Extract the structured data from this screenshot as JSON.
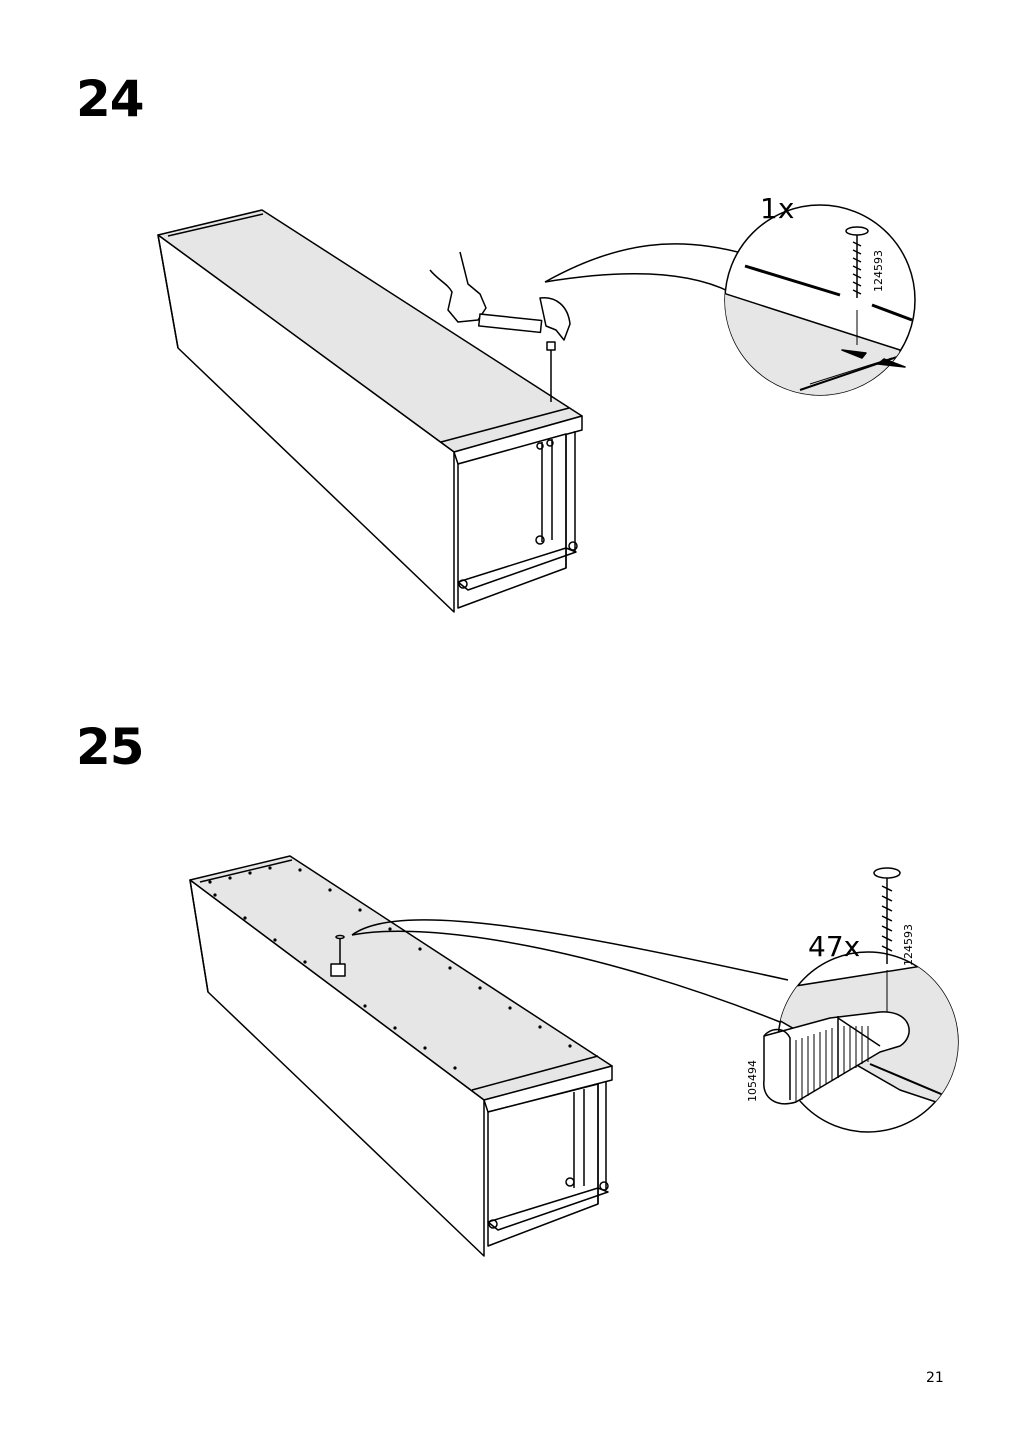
{
  "steps": [
    {
      "number": "24",
      "quantity": "1x",
      "part_number": "124593"
    },
    {
      "number": "25",
      "quantity": "47x",
      "part_numbers": [
        "124593",
        "105494"
      ]
    }
  ],
  "page_number": "21",
  "colors": {
    "panel_fill": "#e6e6e6",
    "line": "#000000",
    "background": "#ffffff"
  }
}
